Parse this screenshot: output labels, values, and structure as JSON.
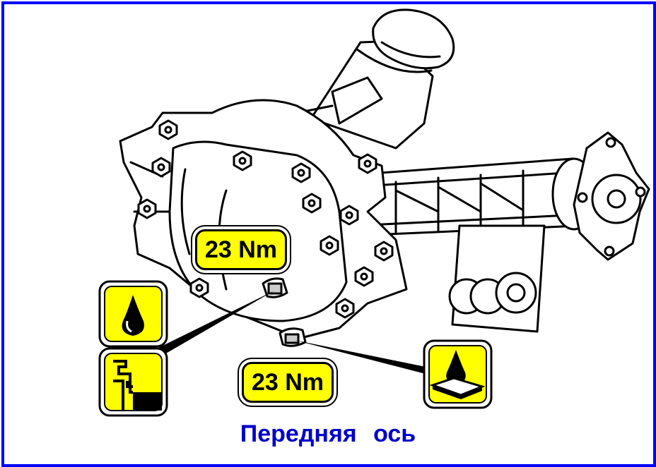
{
  "title": "Передняя  ось",
  "torque_labels": {
    "fill_plug": "23 Nm",
    "drain_plug": "23 Nm"
  },
  "icons": {
    "fill": [
      "oil-drop-icon",
      "fill-level-icon"
    ],
    "drain": "oil-drain-icon"
  },
  "colors": {
    "frame": "#0000ff",
    "caption": "#0000cc",
    "label_fill": "#ffff00",
    "line": "#000000"
  }
}
